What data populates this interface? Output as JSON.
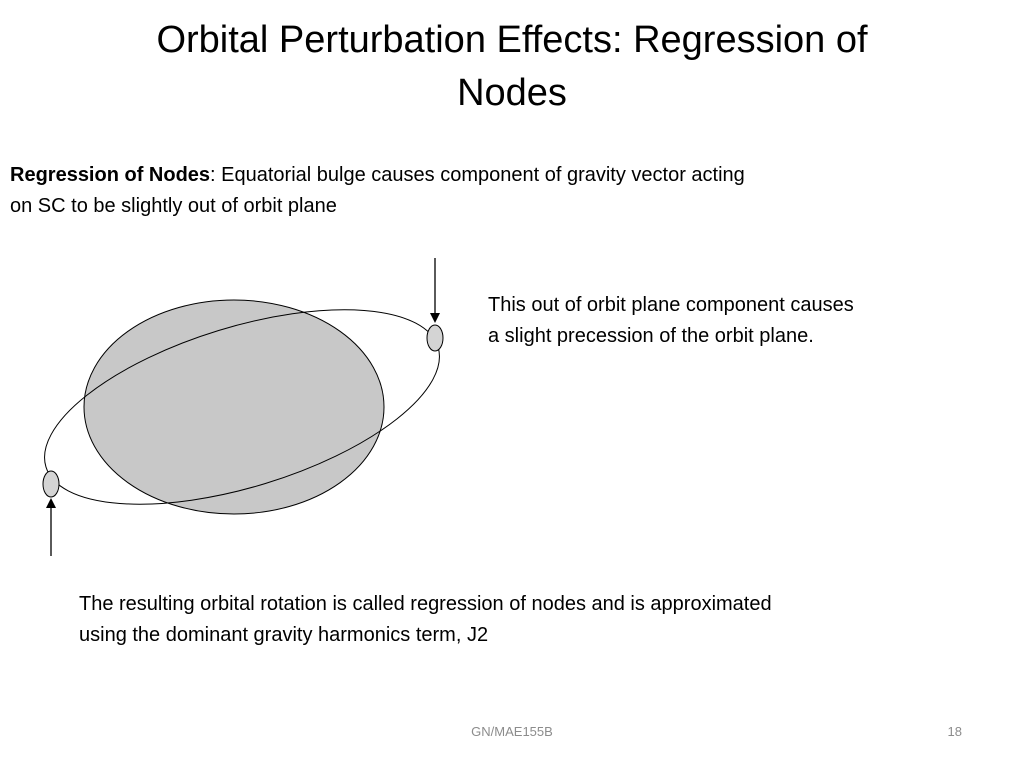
{
  "slide": {
    "title": "Orbital Perturbation Effects: Regression of Nodes",
    "intro_term": "Regression of Nodes",
    "intro_text": ": Equatorial bulge causes component of gravity vector acting on SC to be slightly out of orbit plane",
    "side_note": "This out of orbit plane component causes a slight precession of the orbit plane.",
    "bottom_note": "The resulting orbital rotation is called regression of nodes and is approximated using the dominant gravity harmonics term, J2",
    "footer_label": "GN/MAE155B",
    "page_number": "18"
  },
  "colors": {
    "earth_fill": "#c8c8c8",
    "spacecraft_fill": "#d4d4d4",
    "stroke": "#000000",
    "footer_text": "#8c8c8c"
  }
}
